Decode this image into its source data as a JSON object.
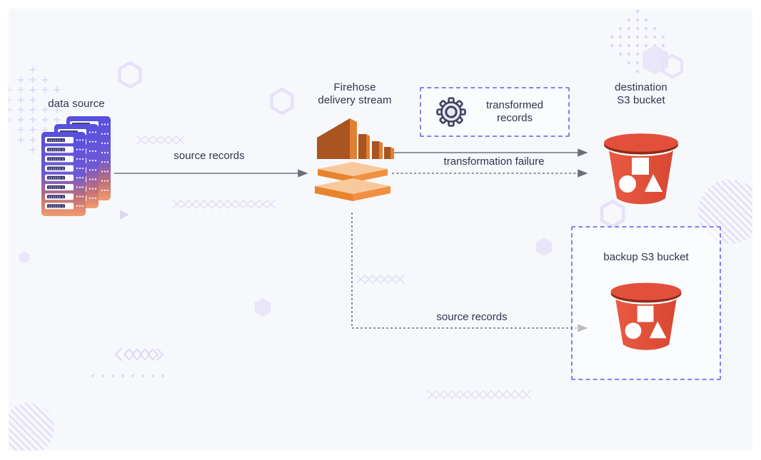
{
  "background_color": "#f7f8fc",
  "accent_color": "#8b7cf7",
  "text_color": "#32324e",
  "arrow_color": "#72727d",
  "decoration_color": "#e0dcf6",
  "nodes": {
    "data_source": {
      "label": "data source",
      "icon": "server-stack-icon",
      "icon_colors": {
        "indigo": "#574fe0",
        "salmon": "#f09a6b",
        "slot_dark": "#332f63"
      }
    },
    "firehose": {
      "lines": [
        "Firehose",
        "delivery stream"
      ],
      "icon": "firehose-icon",
      "icon_colors": {
        "dark_orange": "#aa5420",
        "orange": "#e0812f",
        "peach": "#f8c99c"
      }
    },
    "transformed_records": {
      "lines": [
        "transformed",
        "records"
      ],
      "icon": "gear-icon",
      "border_style": "dashed"
    },
    "destination_bucket": {
      "lines": [
        "destination",
        "S3 bucket"
      ],
      "icon": "s3-bucket-icon",
      "icon_colors": {
        "red": "#df4c35",
        "rim_dark": "#8e2c19"
      }
    },
    "backup_bucket": {
      "label": "backup S3 bucket",
      "icon": "s3-bucket-icon",
      "border_style": "dashed"
    }
  },
  "edges": [
    {
      "from": "data_source",
      "to": "firehose",
      "label": "source records",
      "style": "solid"
    },
    {
      "from": "firehose",
      "to": "destination_bucket",
      "label": "",
      "style": "solid"
    },
    {
      "from": "firehose",
      "to": "destination_bucket",
      "label": "transformation failure",
      "style": "dashed"
    },
    {
      "from": "firehose",
      "to": "backup_bucket",
      "label": "source records",
      "style": "dashed"
    }
  ]
}
